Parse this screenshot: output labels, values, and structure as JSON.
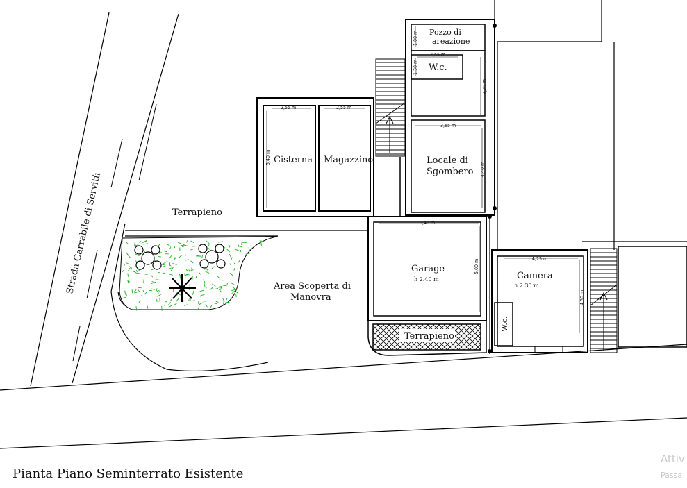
{
  "plan": {
    "title": "Pianta Piano Seminterrato Esistente",
    "street_label": "Strada Carrabile di Servitù",
    "rooms": {
      "pozzo": "Pozzo di",
      "pozzo2": "areazione",
      "wc_top": "W.c.",
      "cisterna": "Cisterna",
      "magazzino": "Magazzino",
      "locale1": "Locale di",
      "locale2": "Sgombero",
      "terrapieno_top": "Terrapieno",
      "area1": "Area Scoperta di",
      "area2": "Manovra",
      "garage": "Garage",
      "garage_h": "h 2.40 m",
      "terrapieno_bottom": "Terrapieno",
      "camera": "Camera",
      "camera_h": "h 2.30 m",
      "wc_bottom": "W.c."
    },
    "dimensions": {
      "cisterna_w": "2,55 m",
      "magazzino_w": "2,55 m",
      "cisterna_h": "5,40 m",
      "pozzo_h": "1,00 m",
      "wc_w": "2,55 m",
      "wc_h": "1,30 m",
      "corridor_h": "3,20 m",
      "locale_w": "3,65 m",
      "locale_h": "4,40 m",
      "garage_w": "5,40 m",
      "garage_h": "5,00 m",
      "camera_w": "4,25 m",
      "camera_h": "4,50 m"
    },
    "watermark": {
      "line1": "Attiv",
      "line2": "Passa"
    },
    "colors": {
      "lines": "#000000",
      "vegetation": "#22b022",
      "background": "#ffffff"
    }
  }
}
